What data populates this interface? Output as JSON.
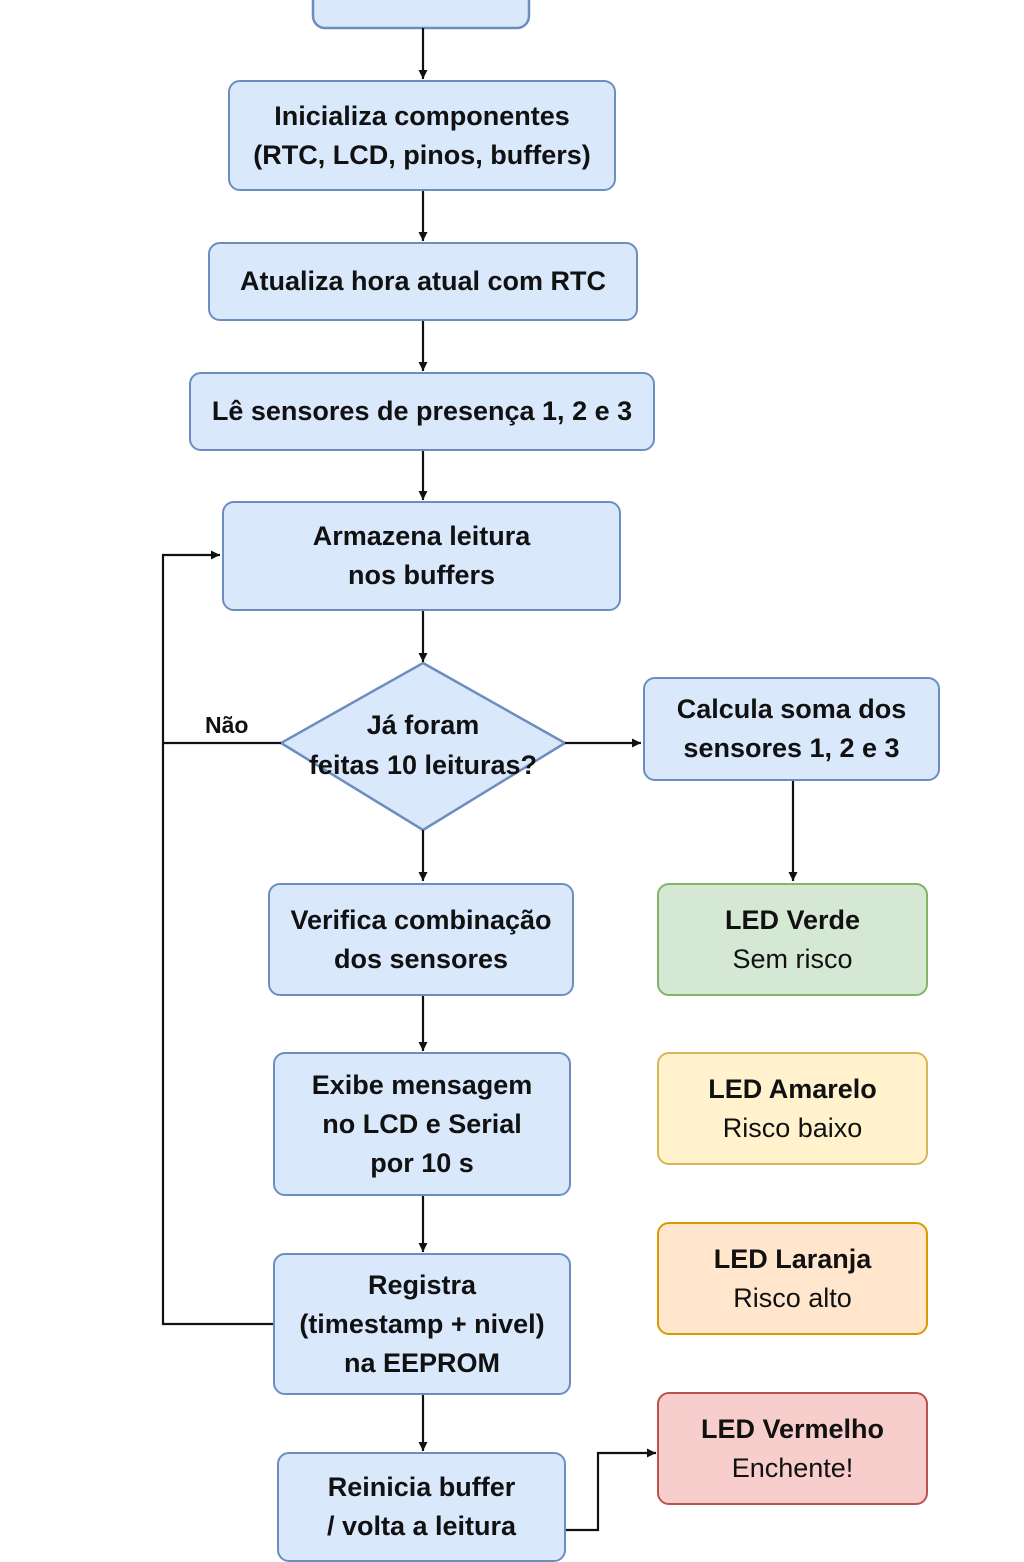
{
  "nodes": {
    "init": {
      "line1": "Inicializa componentes",
      "line2": "(RTC, LCD, pinos, buffers)"
    },
    "rtc": {
      "line1": "Atualiza hora atual com RTC"
    },
    "read": {
      "line1": "Lê sensores de presença 1, 2 e 3"
    },
    "store": {
      "line1": "Armazena leitura",
      "line2": "nos buffers"
    },
    "decision": {
      "line1": "Já foram",
      "line2": "feitas 10 leituras?"
    },
    "sum": {
      "line1": "Calcula soma dos",
      "line2": "sensores 1, 2 e 3"
    },
    "verify": {
      "line1": "Verifica combinação",
      "line2": "dos sensores"
    },
    "display": {
      "line1": "Exibe mensagem",
      "line2": "no LCD e Serial",
      "line3": "por 10 s"
    },
    "log": {
      "line1": "Registra",
      "line2": "(timestamp + nivel)",
      "line3": "na EEPROM"
    },
    "reset": {
      "line1": "Reinicia buffer",
      "line2": "/ volta a leitura"
    }
  },
  "leds": {
    "green": {
      "title": "LED Verde",
      "desc": "Sem risco"
    },
    "yellow": {
      "title": "LED Amarelo",
      "desc": "Risco baixo"
    },
    "orange": {
      "title": "LED Laranja",
      "desc": "Risco alto"
    },
    "red": {
      "title": "LED Vermelho",
      "desc": "Enchente!"
    }
  },
  "edge_labels": {
    "no": "Não"
  },
  "colors": {
    "process_fill": "#dae8fc",
    "process_stroke": "#6c8ebf",
    "green_fill": "#d5e8d4",
    "yellow_fill": "#fff2cc",
    "orange_fill": "#ffe6cc",
    "red_fill": "#f8cecc"
  }
}
